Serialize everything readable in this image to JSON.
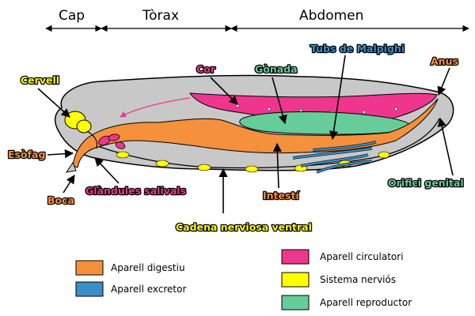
{
  "sections": {
    "head": "Cap",
    "thorax": "Tòrax",
    "abdomen": "Abdomen"
  },
  "labels": {
    "brain": "Cervell",
    "esophagus": "Esòfag",
    "mouth": "Boca",
    "salivary_glands": "Glàndules salivals",
    "heart": "Cor",
    "gonad": "Gònada",
    "malpighian_tubules": "Tubs de Malpighi",
    "anus": "Anus",
    "genital_opening": "Orifici genital",
    "intestine": "Intestí",
    "ventral_nerve_cord": "Cadena nerviosa ventral"
  },
  "legend": [
    {
      "label": "Aparell digestiu",
      "color": "#f5913c"
    },
    {
      "label": "Aparell excretor",
      "color": "#3a8fc8"
    },
    {
      "label": "Aparell circulatori",
      "color": "#f0358f"
    },
    {
      "label": "Sistema nerviós",
      "color": "#ffff00"
    },
    {
      "label": "Aparell reproductor",
      "color": "#66cc99"
    }
  ],
  "colors": {
    "body": "#c8c8c8",
    "digestive": "#f5913c",
    "excretory": "#3a8fc8",
    "circulatory": "#f0358f",
    "nervous": "#ffff00",
    "reproductive": "#66cc99",
    "label_yellow": "#ffff00",
    "label_pink": "#f0358f",
    "label_green": "#66cc99",
    "label_blue": "#3a8fc8",
    "label_orange": "#f5913c"
  }
}
